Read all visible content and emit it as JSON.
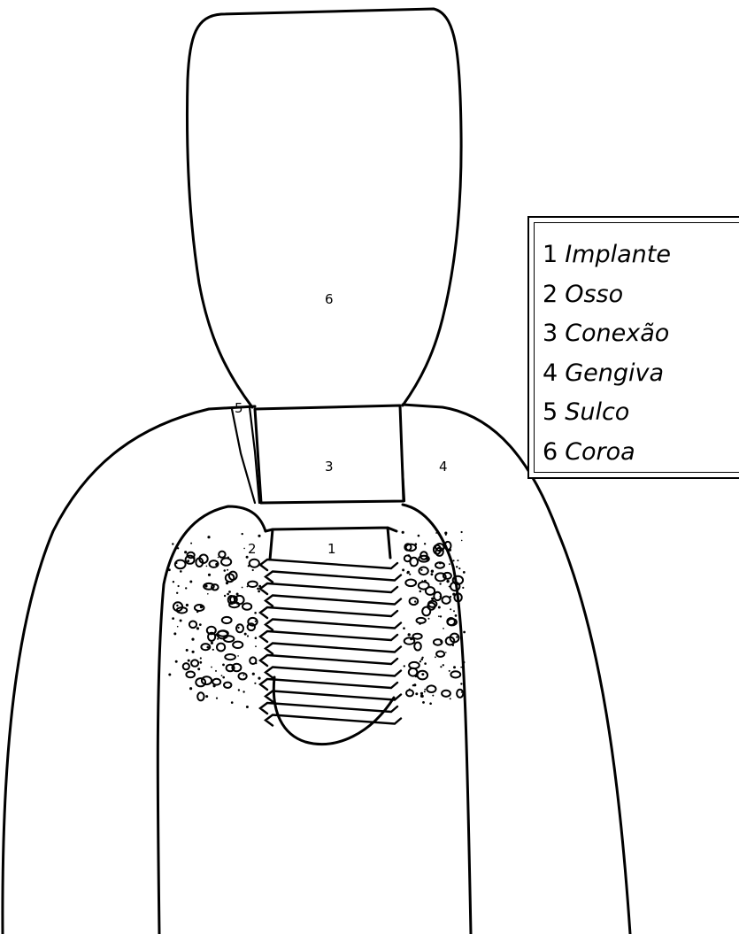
{
  "legend": {
    "items": [
      {
        "num": "1",
        "label": "Implante"
      },
      {
        "num": "2",
        "label": "Osso"
      },
      {
        "num": "3",
        "label": "Conexão"
      },
      {
        "num": "4",
        "label": "Gengiva"
      },
      {
        "num": "5",
        "label": "Sulco"
      },
      {
        "num": "6",
        "label": "Coroa"
      }
    ]
  },
  "markers": {
    "implant": "1",
    "bone": "2",
    "connection": "3",
    "gum": "4",
    "sulcus": "5",
    "crown": "6"
  }
}
